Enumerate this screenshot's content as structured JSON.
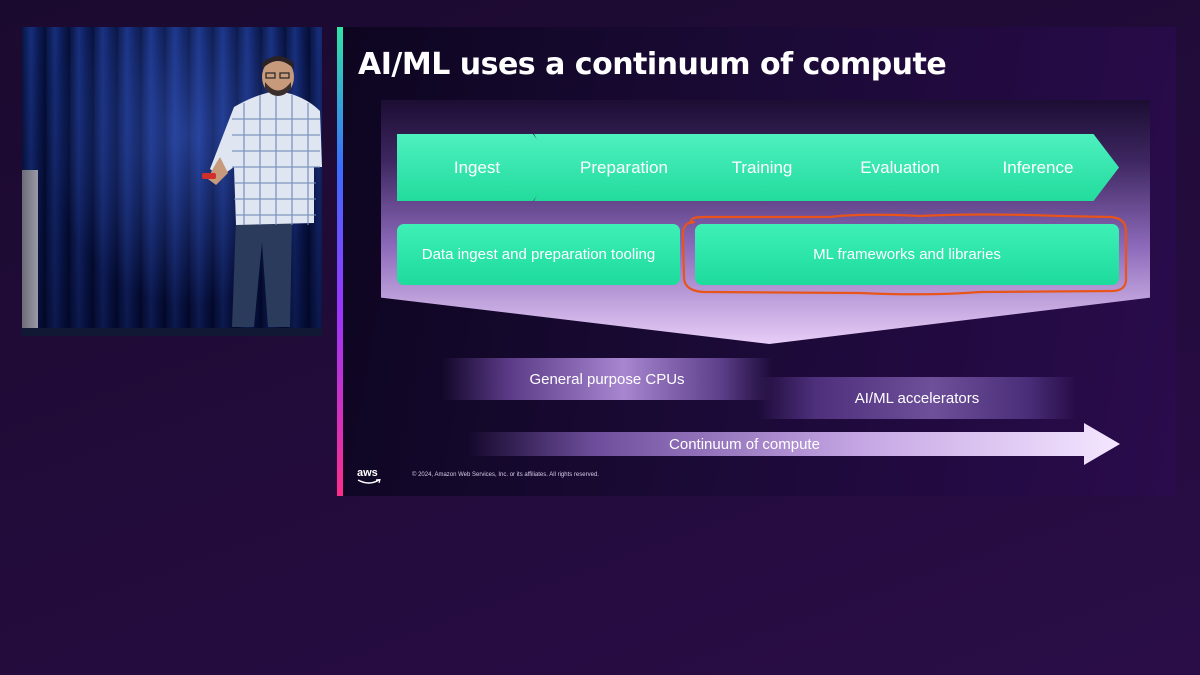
{
  "slide": {
    "title": "AI/ML uses a continuum of compute",
    "pipeline_stages": [
      "Ingest",
      "Preparation",
      "Training",
      "Evaluation",
      "Inference"
    ],
    "tooling": {
      "data_tooling": "Data ingest and preparation tooling",
      "ml_frameworks": "ML frameworks and libraries"
    },
    "compute": {
      "cpus": "General purpose CPUs",
      "accelerators": "AI/ML accelerators",
      "continuum": "Continuum of compute"
    },
    "footer": {
      "logo_text": "aws",
      "copyright": "© 2024, Amazon Web Services, Inc. or its affiliates. All rights reserved."
    }
  },
  "colors": {
    "accent_green": "#22dc9c",
    "highlight_orange": "#e8541a",
    "slide_background": "#1a0a35"
  }
}
